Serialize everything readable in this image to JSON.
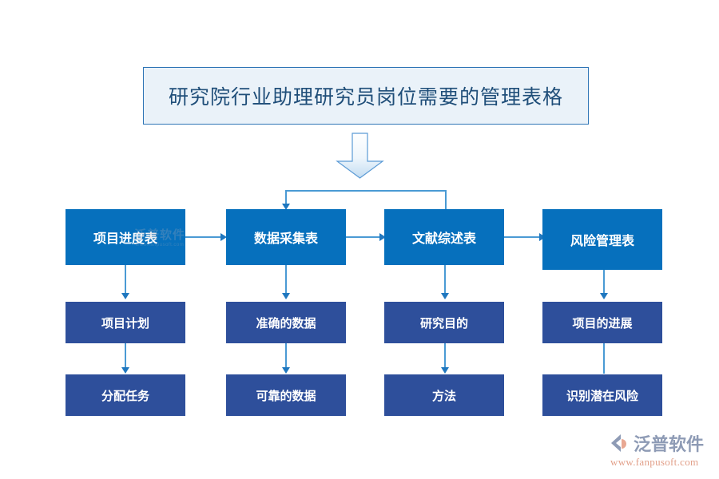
{
  "diagram": {
    "title": "研究院行业助理研究员岗位需要的管理表格",
    "colors": {
      "title_bg": "#eaf2f9",
      "title_border": "#2e75b6",
      "title_text": "#1f4e79",
      "row1_box": "#0670bd",
      "row2_box": "#2e4f9b",
      "connector": "#4a9ad4",
      "arrowhead": "#1f77bf",
      "block_arrow_fill": "#dbeaf7",
      "block_arrow_stroke": "#5b9bd5"
    },
    "columns": [
      {
        "key": "col1",
        "header": "项目进度表",
        "items": [
          "项目计划",
          "分配任务"
        ]
      },
      {
        "key": "col2",
        "header": "数据采集表",
        "items": [
          "准确的数据",
          "可靠的数据"
        ]
      },
      {
        "key": "col3",
        "header": "文献综述表",
        "items": [
          "研究目的",
          "方法"
        ]
      },
      {
        "key": "col4",
        "header": "风险管理表",
        "items": [
          "项目的进展",
          "识别潜在风险"
        ]
      }
    ]
  },
  "watermark": {
    "brand": "泛普软件",
    "url": "www.fanpusoft.com"
  },
  "logo": {
    "brand": "泛普软件",
    "url": "www.fanpusoft.com"
  }
}
